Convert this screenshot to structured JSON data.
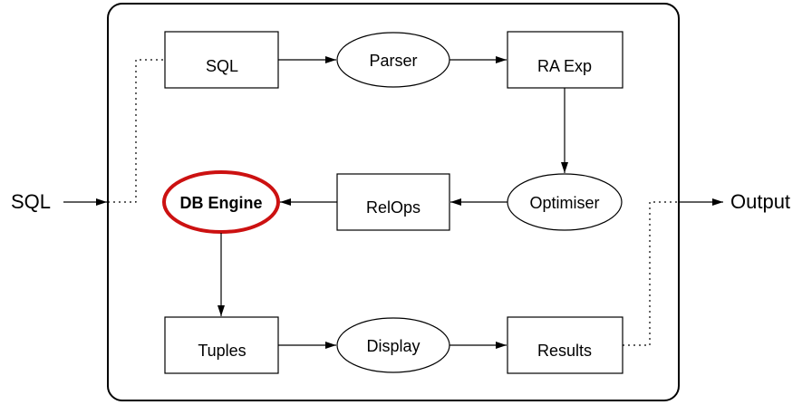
{
  "input_label": "SQL",
  "output_label": "Output",
  "nodes": {
    "sql": "SQL",
    "parser": "Parser",
    "ra_exp": "RA Exp",
    "optimiser": "Optimiser",
    "relops": "RelOps",
    "db_engine": "DB Engine",
    "tuples": "Tuples",
    "display": "Display",
    "results": "Results"
  },
  "colors": {
    "highlight": "#cc1111",
    "stroke": "#000000"
  }
}
